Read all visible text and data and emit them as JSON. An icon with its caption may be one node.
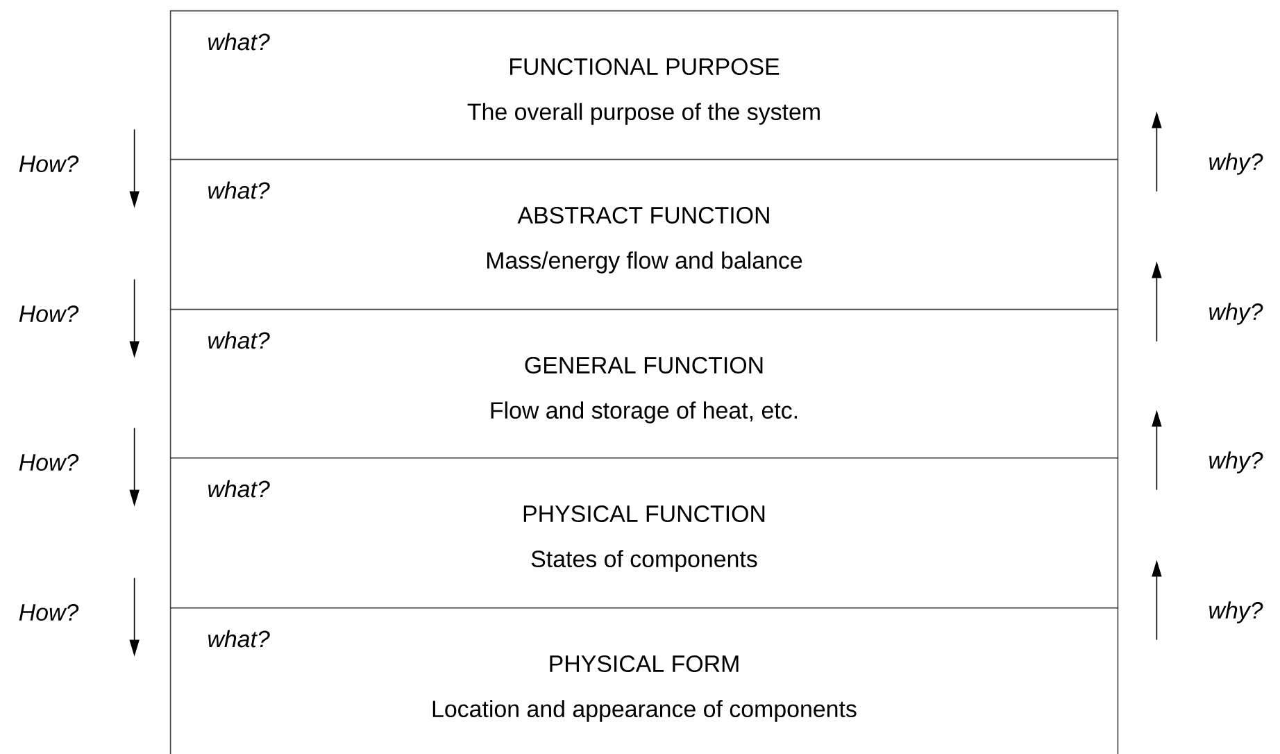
{
  "diagram": {
    "nodes": [
      {
        "text": [
          "what?",
          "FUNCTIONAL PURPOSE",
          "The overall purpose of the system"
        ]
      },
      {
        "text": [
          "what?",
          "ABSTRACT FUNCTION",
          "Mass/energy flow and balance"
        ]
      },
      {
        "text": [
          "what?",
          "GENERAL FUNCTION",
          "Flow and storage of heat, etc."
        ]
      },
      {
        "text": [
          "what?",
          "PHYSICAL FUNCTION",
          "States of components"
        ]
      },
      {
        "text": [
          "what?",
          "PHYSICAL FORM",
          "Location and appearance of components"
        ]
      }
    ],
    "edges": [
      {
        "from": 0,
        "to": 1,
        "arrow": "to",
        "label": "How?"
      },
      {
        "from": 1,
        "to": 0,
        "arrow": "to",
        "label": "why?"
      },
      {
        "from": 1,
        "to": 2,
        "arrow": "to",
        "label": "How?"
      },
      {
        "from": 2,
        "to": 1,
        "arrow": "to",
        "label": "why?"
      },
      {
        "from": 2,
        "to": 3,
        "arrow": "to",
        "label": "How?"
      },
      {
        "from": 3,
        "to": 2,
        "arrow": "to",
        "label": "why?"
      },
      {
        "from": 3,
        "to": 4,
        "arrow": "to",
        "label": "How?"
      },
      {
        "from": 4,
        "to": 3,
        "arrow": "to",
        "label": "why?"
      }
    ]
  }
}
